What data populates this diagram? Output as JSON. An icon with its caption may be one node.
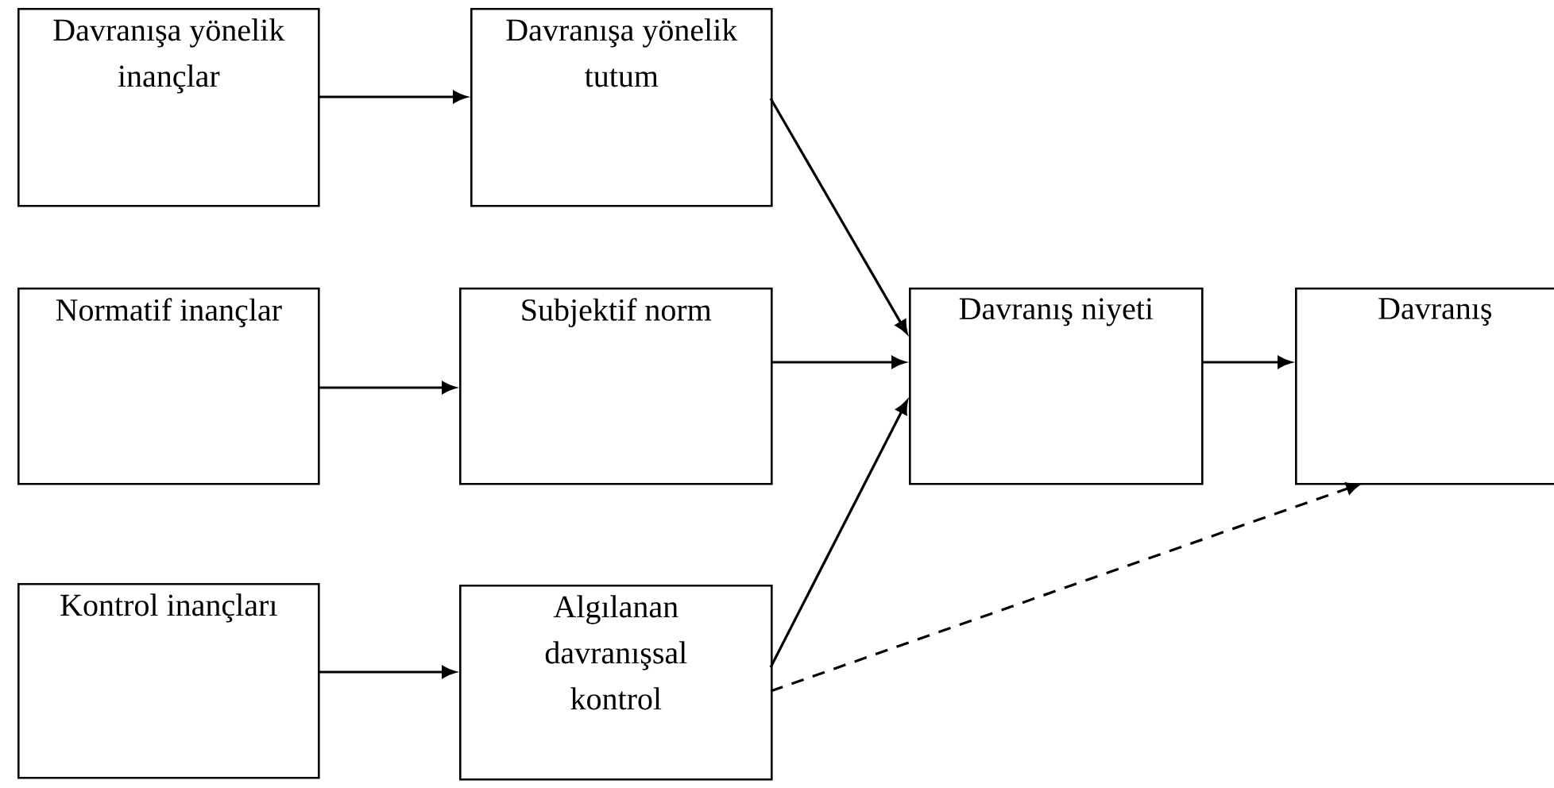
{
  "diagram": {
    "nodes": [
      {
        "text": [
          "Davranışa yönelik inançlar"
        ]
      },
      {
        "text": [
          "Davranışa yönelik tutum"
        ]
      },
      {
        "text": [
          "Normatif inançlar"
        ]
      },
      {
        "text": [
          "Subjektif norm"
        ]
      },
      {
        "text": [
          "Kontrol inançları"
        ]
      },
      {
        "text": [
          "Algılanan davranışsal kontrol"
        ]
      },
      {
        "text": [
          "Davranış niyeti"
        ]
      },
      {
        "text": [
          "Davranış"
        ]
      }
    ],
    "edges": [
      {
        "from": 0,
        "to": 1,
        "arrow": "to"
      },
      {
        "from": 2,
        "to": 3,
        "arrow": "to"
      },
      {
        "from": 4,
        "to": 5,
        "arrow": "to"
      },
      {
        "from": 1,
        "to": 6,
        "arrow": "to"
      },
      {
        "from": 3,
        "to": 6,
        "arrow": "to"
      },
      {
        "from": 5,
        "to": 6,
        "arrow": "to"
      },
      {
        "from": 6,
        "to": 7,
        "arrow": "to"
      },
      {
        "from": 5,
        "to": 7,
        "arrow": "to",
        "style": "dashed"
      }
    ]
  }
}
